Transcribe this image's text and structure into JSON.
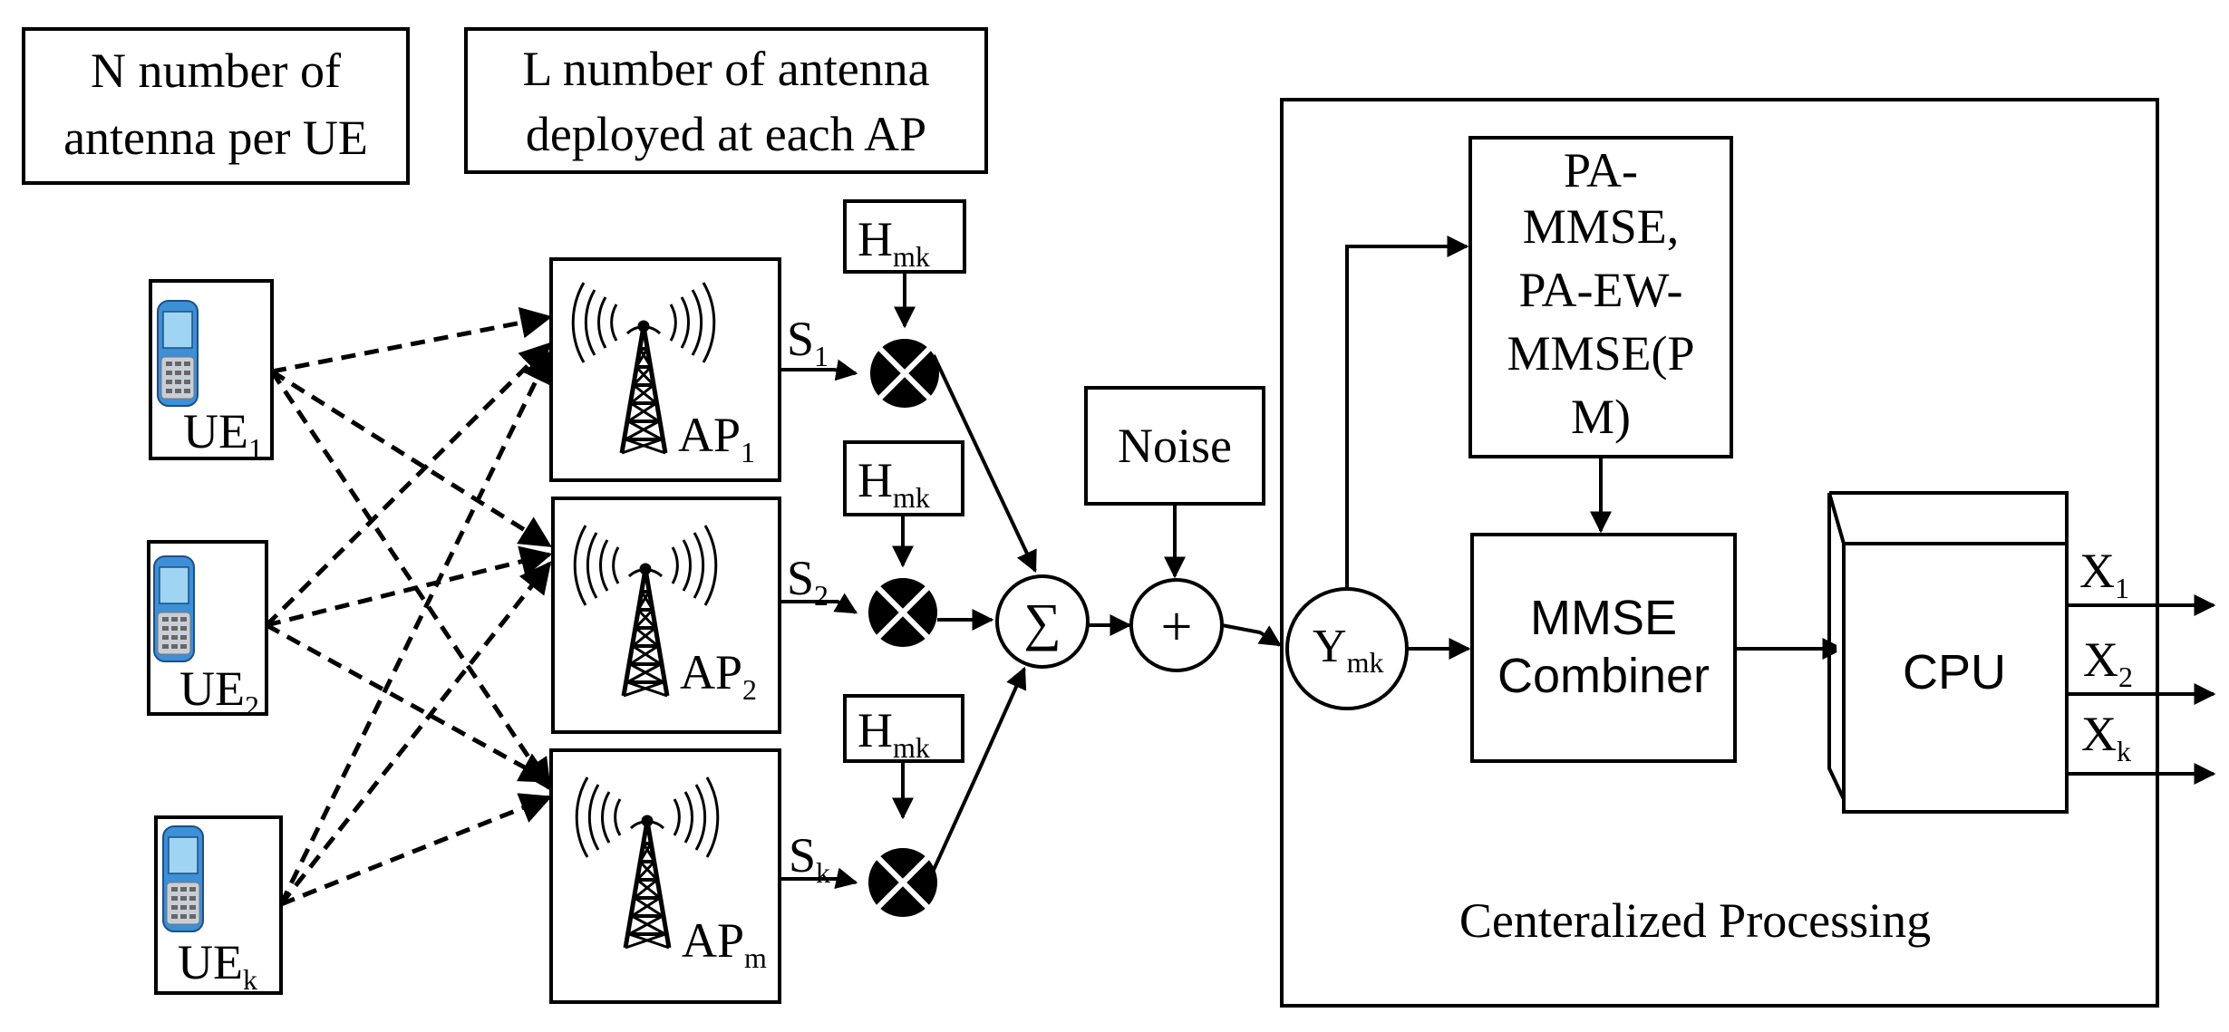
{
  "info_boxes": {
    "ue_antennas_line1": "N number of",
    "ue_antennas_line2": "antenna per UE",
    "ap_antennas_line1": "L number of antenna",
    "ap_antennas_line2": "deployed at each AP"
  },
  "ues": [
    {
      "base": "UE",
      "sub": "1"
    },
    {
      "base": "UE",
      "sub": "2"
    },
    {
      "base": "UE",
      "sub": "k"
    }
  ],
  "aps": [
    {
      "base": "AP",
      "sub": "1"
    },
    {
      "base": "AP",
      "sub": "2"
    },
    {
      "base": "AP",
      "sub": "m"
    }
  ],
  "signals": [
    {
      "base": "S",
      "sub": "1"
    },
    {
      "base": "S",
      "sub": "2"
    },
    {
      "base": "S",
      "sub": "k"
    }
  ],
  "channel": {
    "base": "H",
    "sub": "mk"
  },
  "sum_symbol": "∑",
  "plus_symbol": "+",
  "noise": "Noise",
  "received": {
    "base": "Y",
    "sub": "mk"
  },
  "pa_box_lines": [
    "PA-",
    "MMSE,",
    "PA-EW-",
    "MMSE(P",
    "M)"
  ],
  "combiner_lines": [
    "MMSE",
    "Combiner"
  ],
  "cpu": "CPU",
  "outputs": [
    {
      "base": "X",
      "sub": "1"
    },
    {
      "base": "X",
      "sub": "2"
    },
    {
      "base": "X",
      "sub": "k"
    }
  ],
  "central_label": "Centeralized Processing",
  "colors": {
    "stroke": "#000000",
    "phone_body": "#3d8fd6",
    "phone_screen": "#9fd4f2",
    "phone_keys": "#c9ced6"
  }
}
